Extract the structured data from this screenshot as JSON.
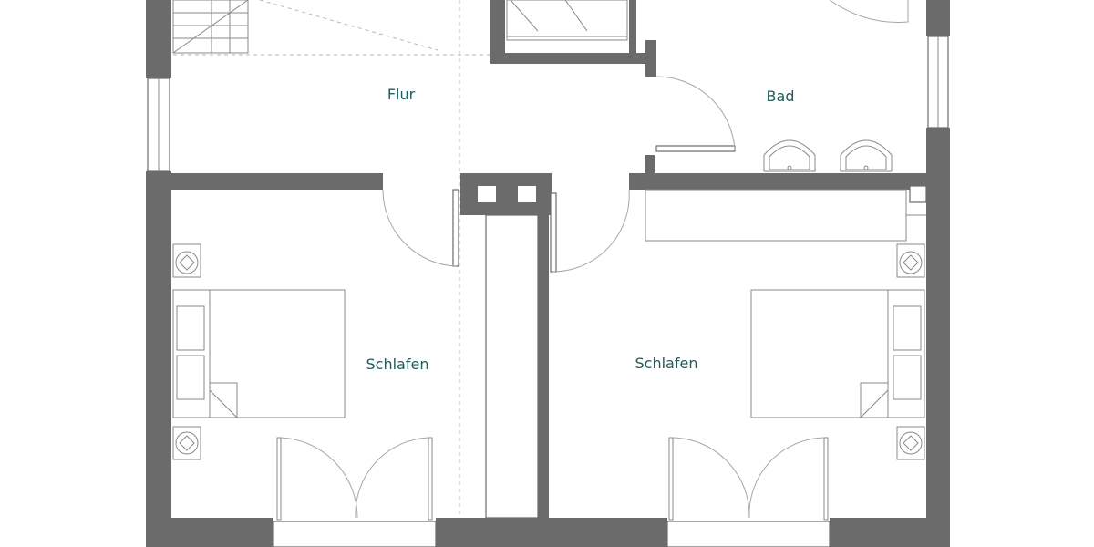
{
  "rooms": {
    "flur": "Flur",
    "bad": "Bad",
    "schlafen_left": "Schlafen",
    "schlafen_right": "Schlafen"
  },
  "colors": {
    "wall": "#6b6b6b",
    "label": "#1f5c5a",
    "line": "#8a8a8a",
    "background": "#ffffff"
  }
}
